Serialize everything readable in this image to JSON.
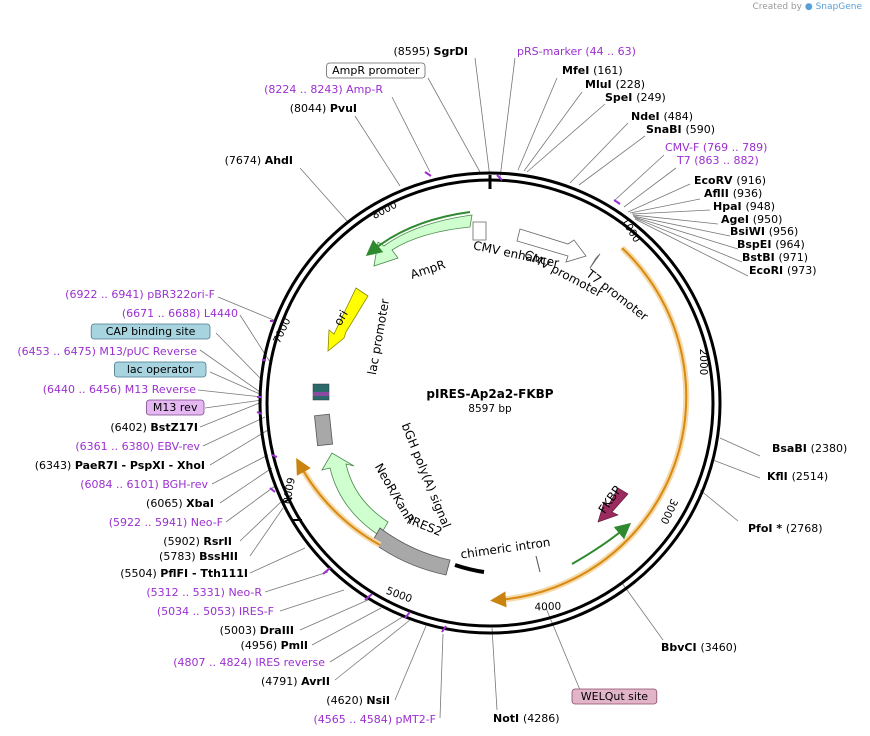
{
  "credit": {
    "prefix": "Created by",
    "brand": "SnapGene"
  },
  "plasmid": {
    "name": "pIRES-Ap2a2-FKBP",
    "length_label": "8597 bp",
    "length": 8597
  },
  "colors": {
    "primer": "#9b30d0",
    "ampr": "#cfffcf",
    "ori": "#ffff00",
    "cds_orange": "#f0a830",
    "neo": "#cfffcf",
    "fkbp": "#9b2a5e",
    "polyA": "#a8a8a8",
    "ires": "#a8a8a8",
    "lac_operator": "#a0d0e0",
    "m13": "#e8b8f0",
    "welqut": "#e0b0c8"
  },
  "ring_ticks": [
    "1000",
    "2000",
    "3000",
    "4000",
    "5000",
    "6000",
    "7000",
    "8000"
  ],
  "features": {
    "ampr": "AmpR",
    "ori": "ori",
    "lac_promoter": "lac promoter",
    "cmv_enhancer": "CMV enhancer",
    "cmv_promoter": "CMV promoter",
    "t7_promoter": "T7 promoter",
    "bgh": "bGH poly(A) signal",
    "neo": "NeoR/KanR",
    "ires2": "IRES2",
    "chimeric": "chimeric intron",
    "fkbp": "FKBP"
  },
  "left_labels": [
    {
      "pos": "(8595)",
      "name": "SgrDI",
      "kind": "enzyme"
    },
    {
      "name": "AmpR promoter",
      "kind": "boxed"
    },
    {
      "pos": "(8224 .. 8243)",
      "name": "Amp-R",
      "kind": "primer"
    },
    {
      "pos": "(8044)",
      "name": "PvuI",
      "kind": "enzyme"
    },
    {
      "pos": "(7674)",
      "name": "AhdI",
      "kind": "enzyme"
    },
    {
      "pos": "(6922 .. 6941)",
      "name": "pBR322ori-F",
      "kind": "primer"
    },
    {
      "pos": "(6671 .. 6688)",
      "name": "L4440",
      "kind": "primer"
    },
    {
      "name": "CAP binding site",
      "kind": "boxed_blue"
    },
    {
      "pos": "(6453 .. 6475)",
      "name": "M13/pUC Reverse",
      "kind": "primer"
    },
    {
      "name": "lac operator",
      "kind": "boxed_blue"
    },
    {
      "pos": "(6440 .. 6456)",
      "name": "M13 Reverse",
      "kind": "primer"
    },
    {
      "name": "M13 rev",
      "kind": "boxed_purple"
    },
    {
      "pos": "(6402)",
      "name": "BstZ17I",
      "kind": "enzyme"
    },
    {
      "pos": "(6361 .. 6380)",
      "name": "EBV-rev",
      "kind": "primer"
    },
    {
      "pos": "(6343)",
      "name": "PaeR7I - PspXI - XhoI",
      "kind": "enzyme"
    },
    {
      "pos": "(6084 .. 6101)",
      "name": "BGH-rev",
      "kind": "primer"
    },
    {
      "pos": "(6065)",
      "name": "XbaI",
      "kind": "enzyme"
    },
    {
      "pos": "(5922 .. 5941)",
      "name": "Neo-F",
      "kind": "primer"
    },
    {
      "pos": "(5902)",
      "name": "RsrII",
      "kind": "enzyme"
    },
    {
      "pos": "(5783)",
      "name": "BssHII",
      "kind": "enzyme"
    },
    {
      "pos": "(5504)",
      "name": "PflFI - Tth111I",
      "kind": "enzyme"
    },
    {
      "pos": "(5312 .. 5331)",
      "name": "Neo-R",
      "kind": "primer"
    },
    {
      "pos": "(5034 .. 5053)",
      "name": "IRES-F",
      "kind": "primer"
    },
    {
      "pos": "(5003)",
      "name": "DraIII",
      "kind": "enzyme"
    },
    {
      "pos": "(4956)",
      "name": "PmlI",
      "kind": "enzyme"
    },
    {
      "pos": "(4807 .. 4824)",
      "name": "IRES reverse",
      "kind": "primer"
    },
    {
      "pos": "(4791)",
      "name": "AvrII",
      "kind": "enzyme"
    },
    {
      "pos": "(4620)",
      "name": "NsiI",
      "kind": "enzyme"
    },
    {
      "pos": "(4565 .. 4584)",
      "name": "pMT2-F",
      "kind": "primer"
    }
  ],
  "right_labels": [
    {
      "name": "pRS-marker",
      "pos": "(44 .. 63)",
      "kind": "primer"
    },
    {
      "name": "MfeI",
      "pos": "(161)",
      "kind": "enzyme"
    },
    {
      "name": "MluI",
      "pos": "(228)",
      "kind": "enzyme"
    },
    {
      "name": "SpeI",
      "pos": "(249)",
      "kind": "enzyme"
    },
    {
      "name": "NdeI",
      "pos": "(484)",
      "kind": "enzyme"
    },
    {
      "name": "SnaBI",
      "pos": "(590)",
      "kind": "enzyme"
    },
    {
      "name": "CMV-F",
      "pos": "(769 .. 789)",
      "kind": "primer"
    },
    {
      "name": "T7",
      "pos": "(863 .. 882)",
      "kind": "primer"
    },
    {
      "name": "EcoRV",
      "pos": "(916)",
      "kind": "enzyme"
    },
    {
      "name": "AflII",
      "pos": "(936)",
      "kind": "enzyme"
    },
    {
      "name": "HpaI",
      "pos": "(948)",
      "kind": "enzyme"
    },
    {
      "name": "AgeI",
      "pos": "(950)",
      "kind": "enzyme"
    },
    {
      "name": "BsiWI",
      "pos": "(956)",
      "kind": "enzyme"
    },
    {
      "name": "BspEI",
      "pos": "(964)",
      "kind": "enzyme"
    },
    {
      "name": "BstBI",
      "pos": "(971)",
      "kind": "enzyme"
    },
    {
      "name": "EcoRI",
      "pos": "(973)",
      "kind": "enzyme"
    },
    {
      "name": "BsaBI",
      "pos": "(2380)",
      "kind": "enzyme"
    },
    {
      "name": "KflI",
      "pos": "(2514)",
      "kind": "enzyme"
    },
    {
      "name": "PfoI *",
      "pos": "(2768)",
      "kind": "enzyme"
    },
    {
      "name": "BbvCI",
      "pos": "(3460)",
      "kind": "enzyme"
    },
    {
      "name": "WELQut site",
      "kind": "boxed_pink"
    },
    {
      "name": "NotI",
      "pos": "(4286)",
      "kind": "enzyme"
    }
  ]
}
